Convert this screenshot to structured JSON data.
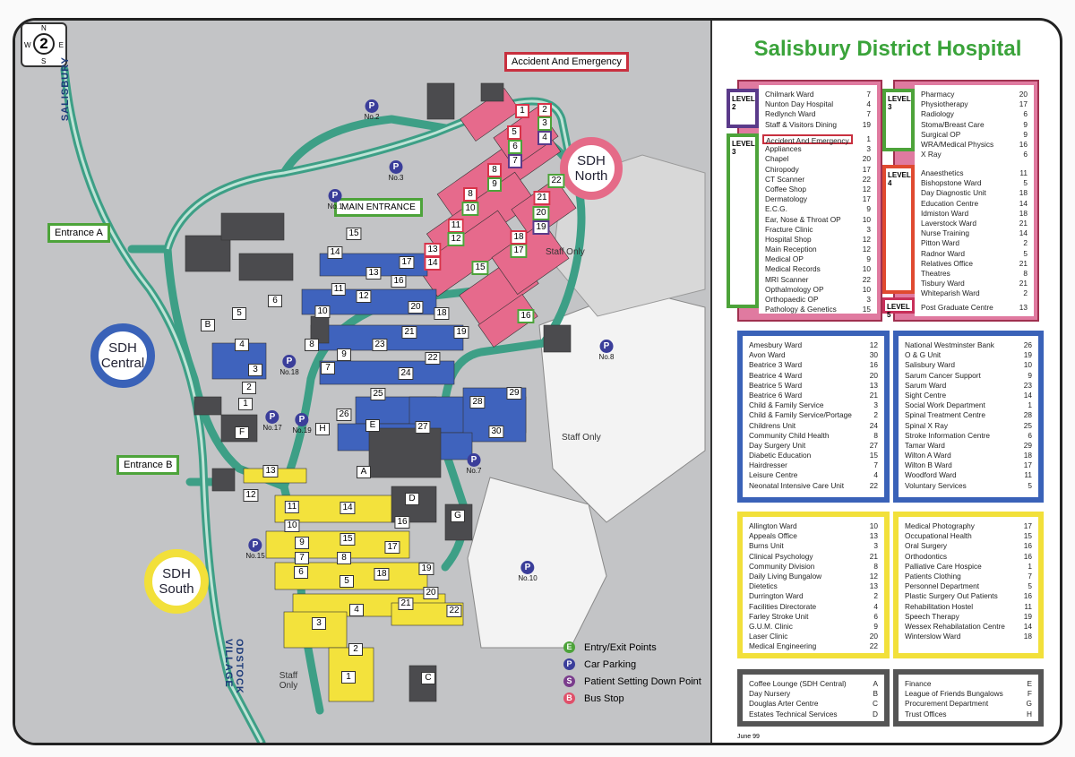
{
  "title": "Salisbury District Hospital",
  "date": "June 99",
  "compass": {
    "n": "N",
    "s": "S",
    "e": "E",
    "w": "W",
    "number": "2"
  },
  "roads": {
    "salisbury": "SALISBURY",
    "odstock": "ODSTOCK VILLAGE"
  },
  "callouts": {
    "entrance_a": "Entrance A",
    "entrance_b": "Entrance B",
    "main_entrance": "MAIN ENTRANCE",
    "ae": "Accident And Emergency"
  },
  "sites": {
    "north": "SDH North",
    "central": "SDH Central",
    "south": "SDH South"
  },
  "staff_only": "Staff Only",
  "parking": [
    {
      "no": "No.1"
    },
    {
      "no": "No.2"
    },
    {
      "no": "No.3"
    },
    {
      "no": "No.7"
    },
    {
      "no": "No.8"
    },
    {
      "no": "No.10"
    },
    {
      "no": "No.15"
    },
    {
      "no": "No.17"
    },
    {
      "no": "No.18"
    },
    {
      "no": "No.19"
    }
  ],
  "legend": [
    {
      "sym": "E",
      "label": "Entry/Exit Points",
      "color": "#4da33a"
    },
    {
      "sym": "P",
      "label": "Car Parking",
      "color": "#3b3e9a"
    },
    {
      "sym": "S",
      "label": "Patient Setting Down Point",
      "color": "#7a3c8c"
    },
    {
      "sym": "B",
      "label": "Bus Stop",
      "color": "#e0506a"
    }
  ],
  "labels": {
    "north": [
      "1",
      "2",
      "3",
      "4",
      "5",
      "6",
      "7",
      "8",
      "9",
      "8",
      "10",
      "11",
      "12",
      "13",
      "14",
      "15",
      "16",
      "17",
      "18",
      "19",
      "20",
      "21",
      "22"
    ],
    "central": [
      "15",
      "14",
      "13",
      "16",
      "17",
      "11",
      "12",
      "10",
      "20",
      "18",
      "21",
      "19",
      "9",
      "23",
      "22",
      "8",
      "7",
      "24",
      "25",
      "26",
      "E",
      "27",
      "28",
      "29",
      "30",
      "H",
      "A",
      "D",
      "G",
      "4",
      "3",
      "2",
      "1",
      "B",
      "5",
      "6",
      "F",
      "C"
    ],
    "south": [
      "13",
      "12",
      "11",
      "14",
      "10",
      "16",
      "9",
      "15",
      "17",
      "7",
      "8",
      "6",
      "18",
      "19",
      "5",
      "20",
      "21",
      "22",
      "4",
      "3",
      "2",
      "1"
    ]
  },
  "directory": {
    "level2": {
      "label": "LEVEL 2",
      "items": [
        [
          "Chilmark Ward",
          "7"
        ],
        [
          "Nunton Day Hospital",
          "4"
        ],
        [
          "Redlynch Ward",
          "7"
        ],
        [
          "Staff & Visitors Dining",
          "19"
        ]
      ]
    },
    "level3a": {
      "label": "LEVEL 3",
      "items": [
        [
          "Accident And Emergency",
          "1"
        ],
        [
          "Appliances",
          "3"
        ],
        [
          "Chapel",
          "20"
        ],
        [
          "Chiropody",
          "17"
        ],
        [
          "CT Scanner",
          "22"
        ],
        [
          "Coffee Shop",
          "12"
        ],
        [
          "Dermatology",
          "17"
        ],
        [
          "E.C.G.",
          "9"
        ],
        [
          "Ear, Nose & Throat OP",
          "10"
        ],
        [
          "Fracture Clinic",
          "3"
        ],
        [
          "Hospital Shop",
          "12"
        ],
        [
          "Main Reception",
          "12"
        ],
        [
          "Medical OP",
          "9"
        ],
        [
          "Medical Records",
          "10"
        ],
        [
          "MRI Scanner",
          "22"
        ],
        [
          "Opthalmology OP",
          "10"
        ],
        [
          "Orthopaedic OP",
          "3"
        ],
        [
          "Pathology & Genetics",
          "15"
        ]
      ]
    },
    "level3b": {
      "label": "LEVEL 3",
      "items": [
        [
          "Pharmacy",
          "20"
        ],
        [
          "Physiotherapy",
          "17"
        ],
        [
          "Radiology",
          "6"
        ],
        [
          "Stoma/Breast Care",
          "9"
        ],
        [
          "Surgical OP",
          "9"
        ],
        [
          "WRA/Medical Physics",
          "16"
        ],
        [
          "X Ray",
          "6"
        ]
      ]
    },
    "level4": {
      "label": "LEVEL 4",
      "items": [
        [
          "Anaesthetics",
          "11"
        ],
        [
          "Bishopstone Ward",
          "5"
        ],
        [
          "Day Diagnostic Unit",
          "18"
        ],
        [
          "Education Centre",
          "14"
        ],
        [
          "Idmiston Ward",
          "18"
        ],
        [
          "Laverstock Ward",
          "21"
        ],
        [
          "Nurse Training",
          "14"
        ],
        [
          "Pitton Ward",
          "2"
        ],
        [
          "Radnor Ward",
          "5"
        ],
        [
          "Relatives Office",
          "21"
        ],
        [
          "Theatres",
          "8"
        ],
        [
          "Tisbury Ward",
          "21"
        ],
        [
          "Whiteparish Ward",
          "2"
        ]
      ]
    },
    "level5": {
      "label": "LEVEL 5",
      "items": [
        [
          "Post Graduate Centre",
          "13"
        ]
      ]
    },
    "blue1": [
      [
        "Amesbury Ward",
        "12"
      ],
      [
        "Avon Ward",
        "30"
      ],
      [
        "Beatrice 3 Ward",
        "16"
      ],
      [
        "Beatrice 4 Ward",
        "20"
      ],
      [
        "Beatrice 5 Ward",
        "13"
      ],
      [
        "Beatrice 6 Ward",
        "21"
      ],
      [
        "Child & Family Service",
        "3"
      ],
      [
        "Child & Family Service/Portage",
        "2"
      ],
      [
        "Childrens Unit",
        "24"
      ],
      [
        "Community Child Health",
        "8"
      ],
      [
        "Day Surgery Unit",
        "27"
      ],
      [
        "Diabetic Education",
        "15"
      ],
      [
        "Hairdresser",
        "7"
      ],
      [
        "Leisure Centre",
        "4"
      ],
      [
        "Neonatal Intensive Care Unit",
        "22"
      ]
    ],
    "blue2": [
      [
        "National Westminster Bank",
        "26"
      ],
      [
        "O & G Unit",
        "19"
      ],
      [
        "Salisbury Ward",
        "10"
      ],
      [
        "Sarum Cancer Support",
        "9"
      ],
      [
        "Sarum Ward",
        "23"
      ],
      [
        "Sight Centre",
        "14"
      ],
      [
        "Social Work Department",
        "1"
      ],
      [
        "Spinal Treatment Centre",
        "28"
      ],
      [
        "Spinal X Ray",
        "25"
      ],
      [
        "Stroke Information Centre",
        "6"
      ],
      [
        "Tamar Ward",
        "29"
      ],
      [
        "Wilton A Ward",
        "18"
      ],
      [
        "Wilton B Ward",
        "17"
      ],
      [
        "Woodford Ward",
        "11"
      ],
      [
        "Voluntary Services",
        "5"
      ]
    ],
    "yellow1": [
      [
        "Allington Ward",
        "10"
      ],
      [
        "Appeals Office",
        "13"
      ],
      [
        "Burns Unit",
        "3"
      ],
      [
        "Clinical Psychology",
        "21"
      ],
      [
        "Community Division",
        "8"
      ],
      [
        "Daily Living Bungalow",
        "12"
      ],
      [
        "Dietetics",
        "13"
      ],
      [
        "Durrington Ward",
        "2"
      ],
      [
        "Facilities Directorate",
        "4"
      ],
      [
        "Farley Stroke Unit",
        "6"
      ],
      [
        "G.U.M. Clinic",
        "9"
      ],
      [
        "Laser Clinic",
        "20"
      ],
      [
        "Medical Engineering",
        "22"
      ]
    ],
    "yellow2": [
      [
        "Medical Photography",
        "17"
      ],
      [
        "Occupational Health",
        "15"
      ],
      [
        "Oral Surgery",
        "16"
      ],
      [
        "Orthodontics",
        "16"
      ],
      [
        "Palliative Care Hospice",
        "1"
      ],
      [
        "Patients Clothing",
        "7"
      ],
      [
        "Personnel Department",
        "5"
      ],
      [
        "Plastic Surgery Out Patients",
        "16"
      ],
      [
        "Rehabilitation Hostel",
        "11"
      ],
      [
        "Speech Therapy",
        "19"
      ],
      [
        "Wessex Rehabilatation Centre",
        "14"
      ],
      [
        "Winterslow Ward",
        "18"
      ]
    ],
    "grey1": [
      [
        "Coffee Lounge (SDH Central)",
        "A"
      ],
      [
        "Day Nursery",
        "B"
      ],
      [
        "Douglas Arter Centre",
        "C"
      ],
      [
        "Estates Technical Services",
        "D"
      ]
    ],
    "grey2": [
      [
        "Finance",
        "E"
      ],
      [
        "League of Friends Bungalows",
        "F"
      ],
      [
        "Procurement Department",
        "G"
      ],
      [
        "Trust Offices",
        "H"
      ]
    ]
  }
}
